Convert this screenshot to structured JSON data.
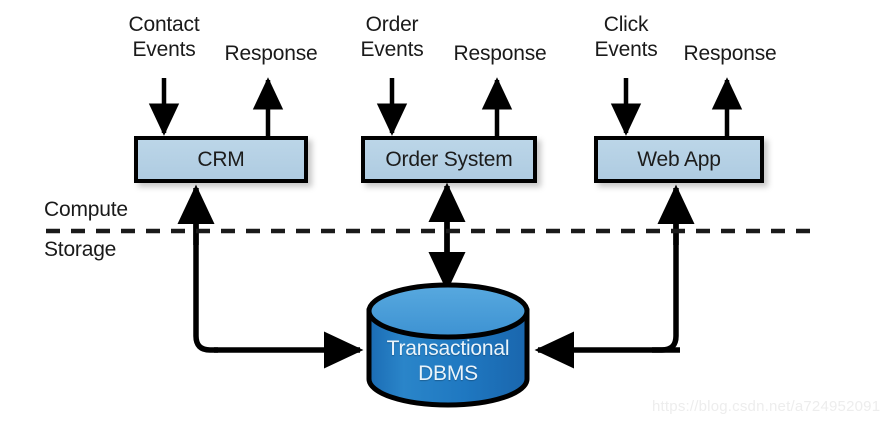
{
  "figure": {
    "type": "architecture-diagram",
    "background_color": "#ffffff"
  },
  "colors": {
    "box_fill": "#b4d0e4",
    "box_stroke": "#000000",
    "db_body": "#1f78c1",
    "db_top": "#4a9cd8",
    "db_stroke": "#000000",
    "arrow": "#000000",
    "text": "#1a1a1a",
    "db_text": "#eaf4fb",
    "watermark": "#ededed"
  },
  "zones": {
    "compute_label": "Compute",
    "storage_label": "Storage",
    "divider_style": "dashed"
  },
  "columns": [
    {
      "id": "crm",
      "input_label_line1": "Contact",
      "input_label_line2": "Events",
      "response_label": "Response",
      "box_label": "CRM",
      "db_link": "write-to-db"
    },
    {
      "id": "order-system",
      "input_label_line1": "Order",
      "input_label_line2": "Events",
      "response_label": "Response",
      "box_label": "Order System",
      "db_link": "bidirectional"
    },
    {
      "id": "web-app",
      "input_label_line1": "Click",
      "input_label_line2": "Events",
      "response_label": "Response",
      "box_label": "Web App",
      "db_link": "read-from-db"
    }
  ],
  "database": {
    "label_line1": "Transactional",
    "label_line2": "DBMS",
    "shape": "cylinder"
  },
  "watermark": {
    "text": "https://blog.csdn.net/a724952091"
  }
}
